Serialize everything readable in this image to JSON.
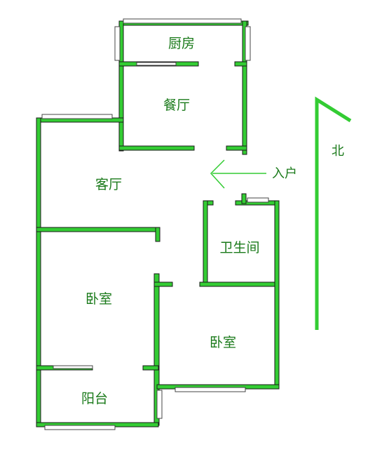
{
  "rooms": {
    "kitchen": "厨房",
    "dining": "餐厅",
    "living": "客厅",
    "bathroom": "卫生间",
    "bedroom_left": "卧室",
    "bedroom_right": "卧室",
    "balcony": "阳台"
  },
  "annotations": {
    "entrance": "入户",
    "north": "北"
  },
  "colors": {
    "wall": "#33cc33",
    "label": "#1a7a1a"
  }
}
